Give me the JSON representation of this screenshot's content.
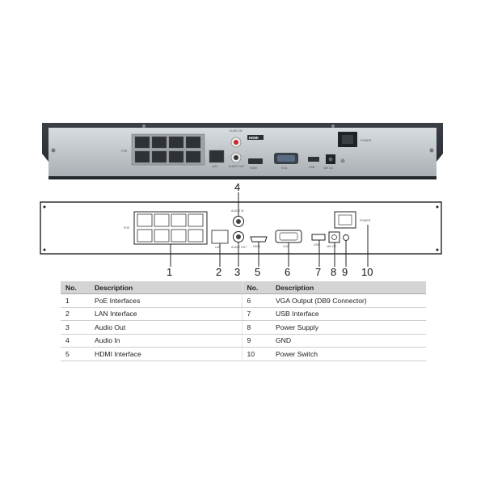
{
  "device_photo": {
    "labels": {
      "poe": "POE",
      "audio_in": "AUDIO IN",
      "lan": "LAN",
      "audio_out": "AUDIO OUT",
      "hdmi_logo": "HDMI",
      "hdmi": "HDMI",
      "vga": "VGA",
      "usb": "USB",
      "dc": "48V DC",
      "power": "POWER"
    }
  },
  "diagram": {
    "labels": {
      "poe": "POE",
      "audio_in": "AUDIO IN",
      "lan": "LAN",
      "audio_out": "AUDIO OUT",
      "hdmi": "HDMI",
      "vga": "VGA",
      "usb": "USB",
      "dc": "48V DC",
      "power": "POWER"
    },
    "callouts": [
      "1",
      "2",
      "3",
      "4",
      "5",
      "6",
      "7",
      "8",
      "9",
      "10"
    ]
  },
  "table": {
    "headers": [
      "No.",
      "Description",
      "No.",
      "Description"
    ],
    "rows": [
      [
        "1",
        "PoE Interfaces",
        "6",
        "VGA Output (DB9 Connector)"
      ],
      [
        "2",
        "LAN Interface",
        "7",
        "USB Interface"
      ],
      [
        "3",
        "Audio Out",
        "8",
        "Power Supply"
      ],
      [
        "4",
        "Audio In",
        "9",
        "GND"
      ],
      [
        "5",
        "HDMI Interface",
        "10",
        "Power Switch"
      ]
    ]
  }
}
